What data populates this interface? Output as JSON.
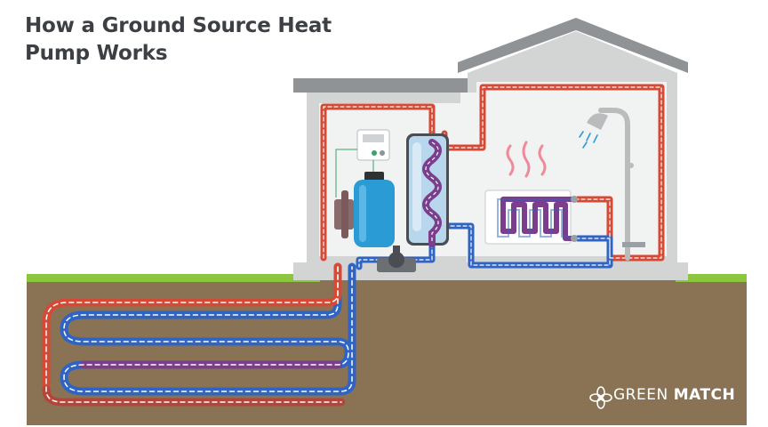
{
  "title": {
    "line1": "How a Ground Source Heat",
    "line2": "Pump Works"
  },
  "brand": {
    "part1": "GREEN",
    "part2": "MATCH",
    "icon": "fan-flower-logo-icon"
  },
  "colors": {
    "ground": "#8a7355",
    "grass": "#8cc63f",
    "house_wall": "#d3d4d4",
    "house_interior": "#f1f2f2",
    "roof": "#8f9396",
    "hot_pipe": "#d64a35",
    "cold_pipe": "#2f63c4",
    "mixed_pipe": "#7a3e8c",
    "tank": "#2b9bd6",
    "heat_waves": "#f08a9a"
  }
}
